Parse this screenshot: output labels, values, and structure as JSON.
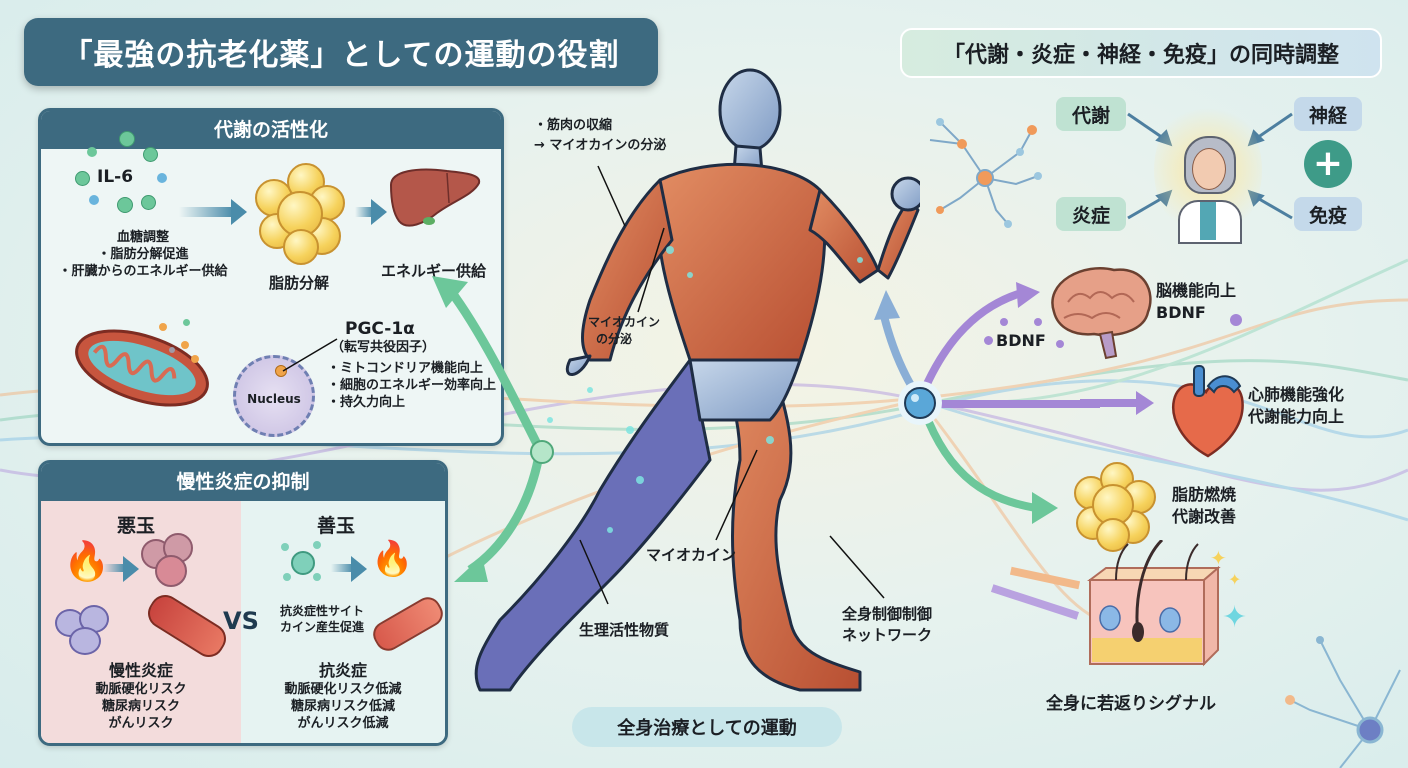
{
  "title": "「最強の抗老化薬」としての運動の役割",
  "metabolism_panel": {
    "heading": "代謝の活性化",
    "il6": {
      "label": "IL-6",
      "lines": [
        "血糖調整",
        "・脂肪分解促進",
        "・肝臓からのエネルギー供給"
      ]
    },
    "fat_label": "脂肪分解",
    "liver_label": "エネルギー供給",
    "nucleus_label": "Nucleus",
    "pgc": {
      "name": "PGC-1α",
      "subtitle": "（転写共役因子）",
      "bullets": [
        "・ミトコンドリア機能向上",
        "・細胞のエネルギー効率向上",
        "・持久力向上"
      ]
    }
  },
  "inflammation_panel": {
    "heading": "慢性炎症の抑制",
    "bad": {
      "title": "悪玉",
      "summary_title": "慢性炎症",
      "lines": [
        "動脈硬化リスク",
        "糖尿病リスク",
        "がんリスク"
      ]
    },
    "vs": "VS",
    "good": {
      "title": "善玉",
      "cytokine_lines": [
        "抗炎症性サイト",
        "カイン産生促進"
      ],
      "summary_title": "抗炎症",
      "lines": [
        "動脈硬化リスク低減",
        "糖尿病リスク低減",
        "がんリスク低減"
      ]
    }
  },
  "body_labels": {
    "contraction_lines": [
      "・筋肉の収縮",
      "→ マイオカインの分泌"
    ],
    "arm_secretion_lines": [
      "マイオカイン",
      "の分泌"
    ],
    "myokine": "マイオカイン",
    "bioactive": "生理活性物質",
    "network_lines": [
      "全身制御制御",
      "ネットワーク"
    ],
    "bottom_pill": "全身治療としての運動"
  },
  "regulation": {
    "heading": "「代謝・炎症・神経・免疫」の同時調整",
    "tags": {
      "metabolism": "代謝",
      "inflammation": "炎症",
      "nerve": "神経",
      "immunity": "免疫"
    },
    "plus_icon": "+"
  },
  "effects": {
    "bdnf_arrow_label": "BDNF",
    "brain_lines": [
      "脳機能向上",
      "BDNF"
    ],
    "heart_lines": [
      "心肺機能強化",
      "代謝能力向上"
    ],
    "fat_lines": [
      "脂肪燃焼",
      "代謝改善"
    ],
    "rejuvenation": "全身に若返りシグナル"
  },
  "colors": {
    "panel_header": "#3d6a80",
    "bad_bg": "#f3dcdc",
    "good_bg": "#e6f3f2",
    "tag_green": "#bfe2d2",
    "tag_blue": "#c4d9ea",
    "hub": "#5aa7d8",
    "purple_arrow": "#a487d6",
    "green_arrow": "#6cc79a"
  }
}
